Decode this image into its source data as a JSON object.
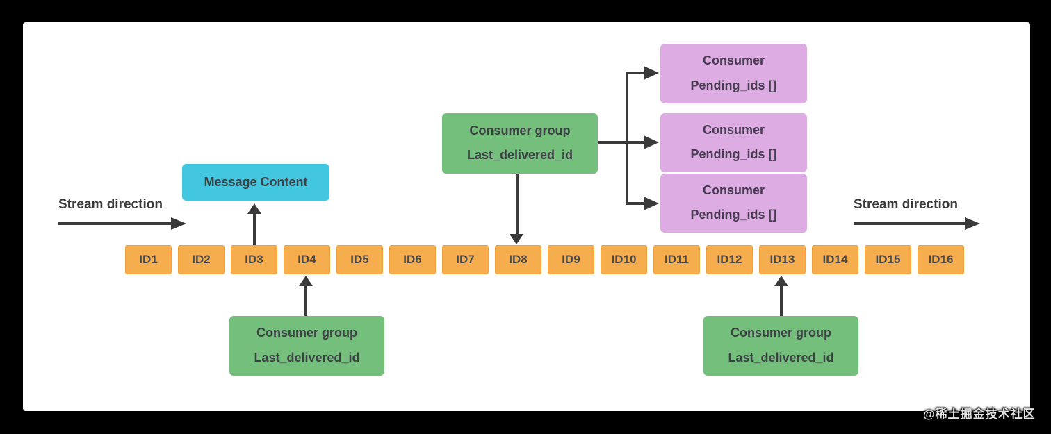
{
  "diagram": {
    "stream_direction_left": "Stream direction",
    "stream_direction_right": "Stream direction",
    "message_content": {
      "label": "Message Content"
    },
    "consumer_group_top": {
      "title": "Consumer group",
      "field": "Last_delivered_id"
    },
    "consumer_group_left": {
      "title": "Consumer group",
      "field": "Last_delivered_id"
    },
    "consumer_group_right": {
      "title": "Consumer group",
      "field": "Last_delivered_id"
    },
    "consumers": [
      {
        "title": "Consumer",
        "field": "Pending_ids []"
      },
      {
        "title": "Consumer",
        "field": "Pending_ids []"
      },
      {
        "title": "Consumer",
        "field": "Pending_ids []"
      }
    ],
    "stream_ids": [
      "ID1",
      "ID2",
      "ID3",
      "ID4",
      "ID5",
      "ID6",
      "ID7",
      "ID8",
      "ID9",
      "ID10",
      "ID11",
      "ID12",
      "ID13",
      "ID14",
      "ID15",
      "ID16"
    ],
    "watermark": "@稀土掘金技术社区",
    "colors": {
      "background": "#000000",
      "canvas": "#ffffff",
      "stream-box": "#f6ad4e",
      "stream-box-border": "#eda03c",
      "stream-box-text": "#4a4a4a",
      "message-box": "#43c6df",
      "group-box": "#74bf7b",
      "consumer-box": "#dcace3",
      "box-text": "#3d4145",
      "consumer-text": "#473c50",
      "arrow": "#3a3a3a",
      "label-text": "#3a3a3a",
      "watermark-text": "#e3e3e3"
    }
  }
}
